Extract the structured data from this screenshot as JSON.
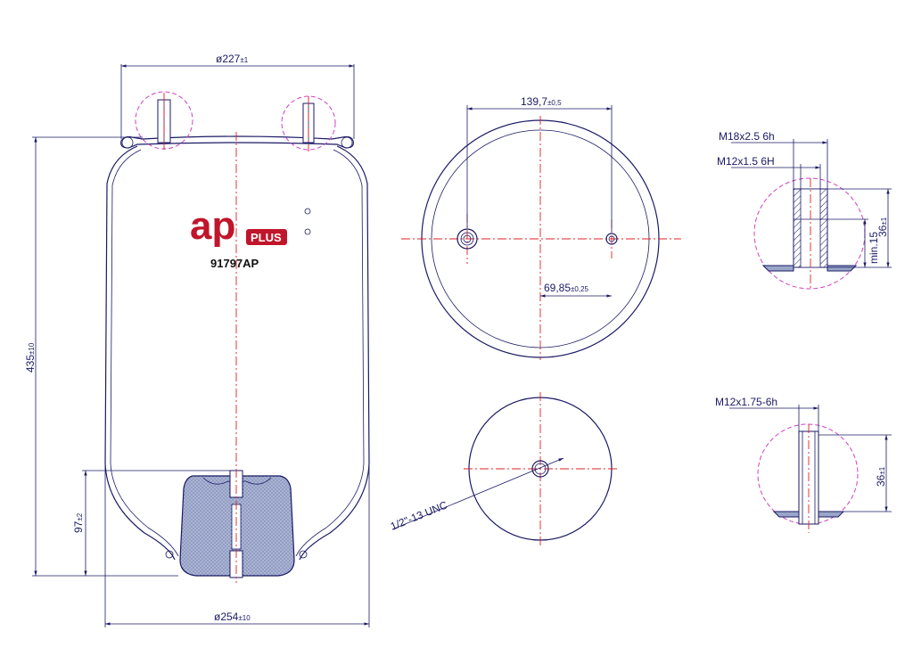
{
  "colors": {
    "outline": "#1a1a66",
    "centerline": "#e02020",
    "detail_circle": "#d040c0",
    "brand_red": "#c0152a"
  },
  "logo": {
    "mark": "ap",
    "sub": "PLUS"
  },
  "part_number": "91797AP",
  "side_view": {
    "top_diameter": {
      "base": "ø227",
      "tol": "±1"
    },
    "height": {
      "base": "435",
      "tol": "±10"
    },
    "piston_height": {
      "base": "97",
      "tol": "±2"
    },
    "bottom_diameter": {
      "base": "ø254",
      "tol": "±10"
    }
  },
  "top_view": {
    "stud_spacing": {
      "base": "139,7",
      "tol": "±0,5"
    },
    "offset": {
      "base": "69,85",
      "tol": "±0,25"
    }
  },
  "bottom_view": {
    "thread": "1/2\"-13 UNC"
  },
  "detail_top": {
    "thread_large": "M18x2.5 6h",
    "thread_small": "M12x1.5 6H",
    "length": {
      "base": "36",
      "tol": "±1"
    },
    "min_length": "min.15"
  },
  "detail_bottom": {
    "thread": "M12x1.75-6h",
    "length": {
      "base": "36",
      "tol": "±1"
    }
  }
}
